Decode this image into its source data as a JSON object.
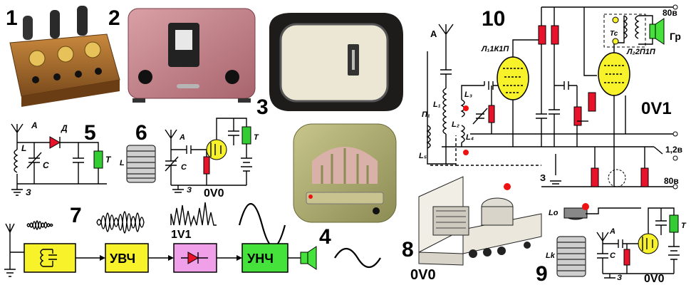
{
  "panel_numbers": [
    "1",
    "2",
    "3",
    "4",
    "5",
    "6",
    "7",
    "8",
    "9",
    "10"
  ],
  "labels": {
    "p5_antenna": "А",
    "p5_diode": "Д",
    "p5_coil": "L",
    "p5_cap": "C",
    "p5_phones": "Т",
    "p5_ground": "З",
    "p6_coil": "L",
    "p6_antenna": "А",
    "p6_cap": "С",
    "p6_phones": "Т",
    "p6_ground": "З",
    "p6_title": "0V0",
    "p7_title": "1V1",
    "p7_rf_amp": "УВЧ",
    "p7_af_amp": "УНЧ",
    "p8_title": "0V0",
    "p9_coil_lo": "Lo",
    "p9_coil_lk": "Lk",
    "p9_antenna": "А",
    "p9_cap": "С",
    "p9_phones": "Т",
    "p9_ground": "З",
    "p9_title": "0V0",
    "p10_antenna": "А",
    "p10_tube1": "Л₁1К1П",
    "p10_tube2": "Л₂2П1П",
    "p10_l1": "L₁",
    "p10_l2": "L₂",
    "p10_l3": "L₃",
    "p10_l4": "L₄",
    "p10_l5": "L₅",
    "p10_switch": "П₁",
    "p10_transformer": "Тс",
    "p10_speaker": "Гр",
    "p10_ground": "З",
    "p10_title": "0V1",
    "p10_v80_top": "80в",
    "p10_v12": "1,2в",
    "p10_v80_bottom": "80в"
  },
  "colors": {
    "resistor": "#e8132a",
    "tube": "#f7f22a",
    "block_yellow": "#f7f22a",
    "block_pink": "#f0a0e8",
    "block_green": "#44e23a",
    "phones": "#33cc33",
    "dot": "#ee1111"
  }
}
